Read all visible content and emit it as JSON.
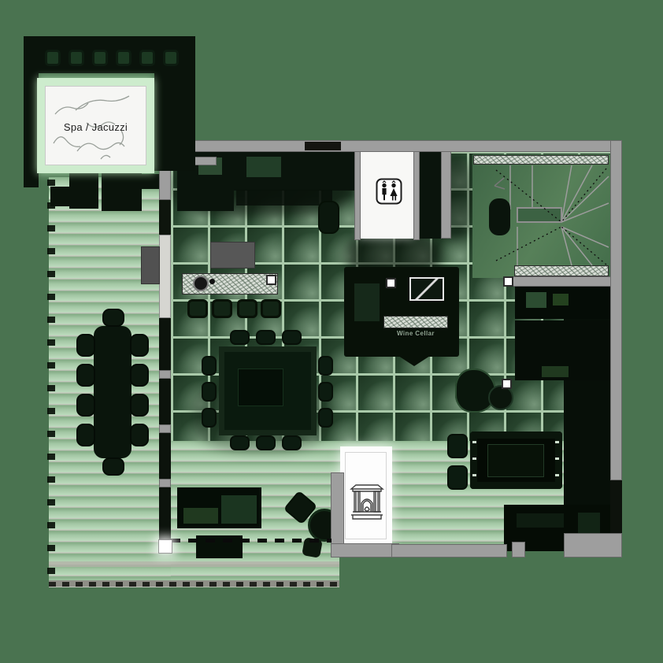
{
  "plan": {
    "labels": {
      "spa": "Spa / Jacuzzi",
      "wine_cellar": "Wine Cellar"
    },
    "icons": [
      {
        "name": "restroom-icon",
        "meaning": "WC / restroom (man and woman figures)"
      },
      {
        "name": "fireplace-icon",
        "meaning": "classical fireplace elevation drawing"
      }
    ],
    "colors": {
      "background": "#4a7350",
      "deck-light": "#b4d5b4",
      "deck-dark": "#7ea681",
      "tile-dark": "#2e4e35",
      "grout": "#a9c9a9",
      "wall": "#9e9e9e",
      "wall-edge": "#6b6b6b",
      "furniture": "#0a140c",
      "spa-mint": "#cdeccd",
      "white": "#f8f8f6",
      "granite": "#d8ded6"
    }
  }
}
